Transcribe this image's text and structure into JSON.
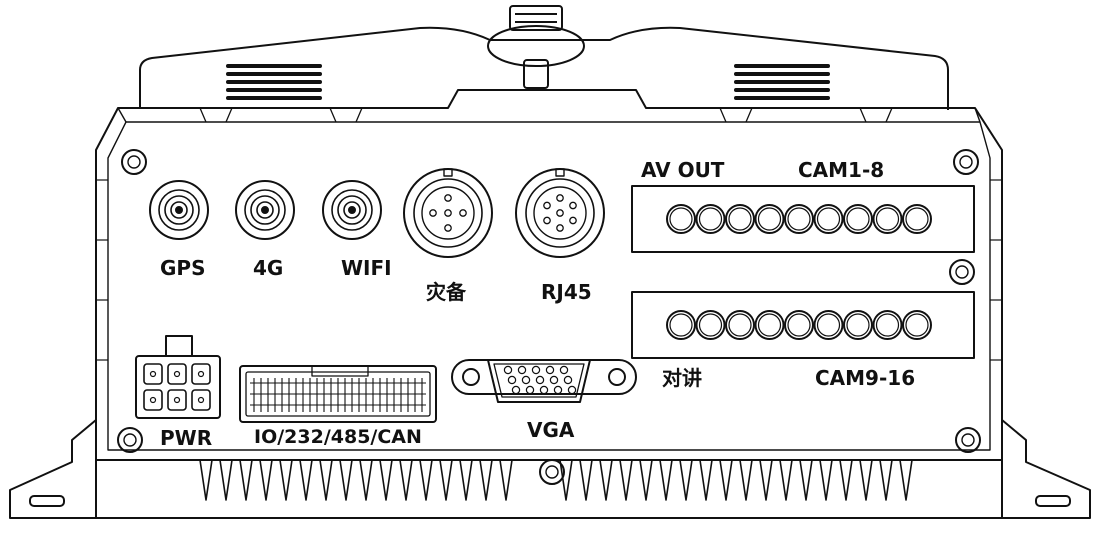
{
  "labels": {
    "gps": "GPS",
    "lte": "4G",
    "wifi": "WIFI",
    "spare": "灾备",
    "rj45": "RJ45",
    "av_out": "AV OUT",
    "cam1_8": "CAM1-8",
    "intercom": "对讲",
    "cam9_16": "CAM9-16",
    "pwr": "PWR",
    "io": "IO/232/485/CAN",
    "vga": "VGA"
  },
  "icons": {
    "antenna": "antenna-connector-icon",
    "circular": "circular-connector-icon",
    "rca": "rca-jack-icon",
    "vga": "vga-port-icon",
    "power": "power-connector-icon",
    "io": "io-header-icon",
    "screw": "screw-icon"
  },
  "counts": {
    "top_rca_jacks": 9,
    "bottom_rca_jacks": 9,
    "pwr_pins": 6,
    "vga_pins": 15
  },
  "colors": {
    "stroke": "#111111",
    "background": "#ffffff"
  }
}
